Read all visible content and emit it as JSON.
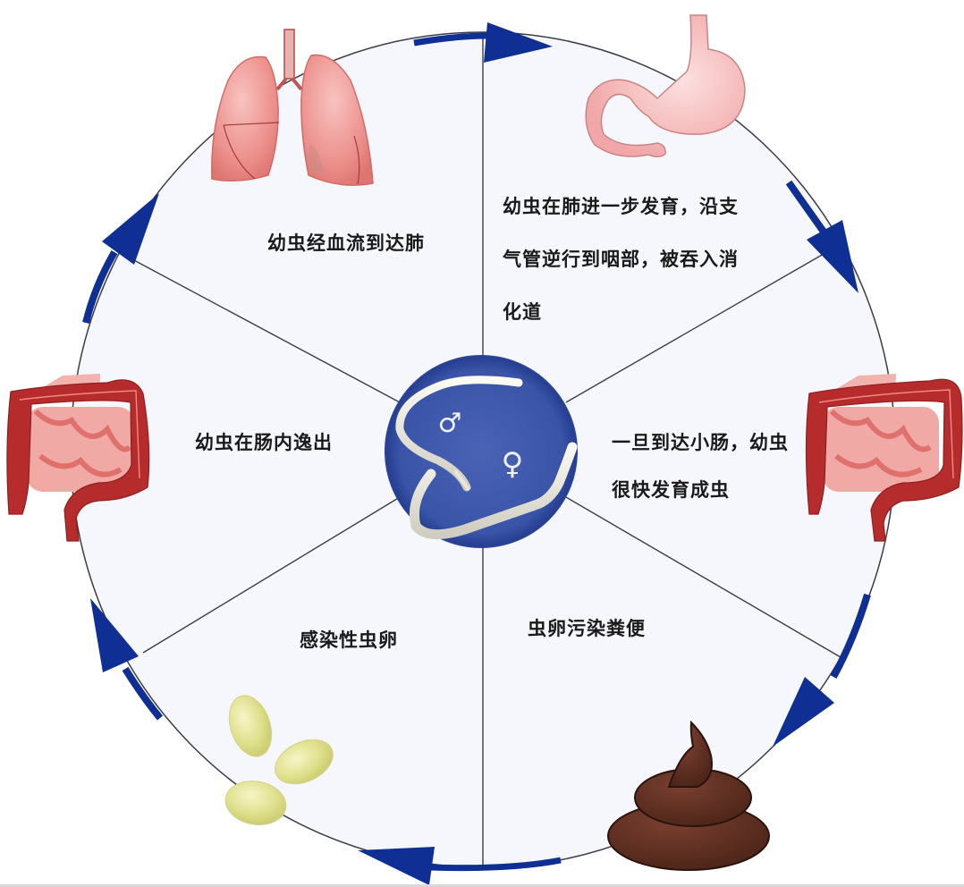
{
  "title": "蛔虫生活史",
  "colors": {
    "arrow": "#0f2f95",
    "disc_background": "#f5f7fc",
    "spoke": "#3c3c46",
    "center_disc": "#3a54a8",
    "worm": "#e9e7da"
  },
  "center": {
    "icon": "roundworm-male-female-icon",
    "male_symbol": "♂",
    "female_symbol": "♀"
  },
  "stages": [
    {
      "id": "lung",
      "icon": "lungs-icon",
      "text": "幼虫经血流到达肺"
    },
    {
      "id": "pharynx",
      "icon": "stomach-icon",
      "lines": [
        "幼虫在肺进一步发育，沿支",
        "气管逆行到咽部，被吞入消",
        "化道"
      ]
    },
    {
      "id": "small-intestine",
      "icon": "intestine-icon",
      "lines": [
        "一旦到达小肠，幼虫",
        "很快发育成虫"
      ]
    },
    {
      "id": "feces",
      "icon": "feces-icon",
      "text": "虫卵污染粪便"
    },
    {
      "id": "eggs",
      "icon": "eggs-icon",
      "text": "感染性虫卵"
    },
    {
      "id": "hatch",
      "icon": "intestine-icon",
      "text": "幼虫在肠内逸出"
    }
  ],
  "cycle_direction": "clockwise"
}
